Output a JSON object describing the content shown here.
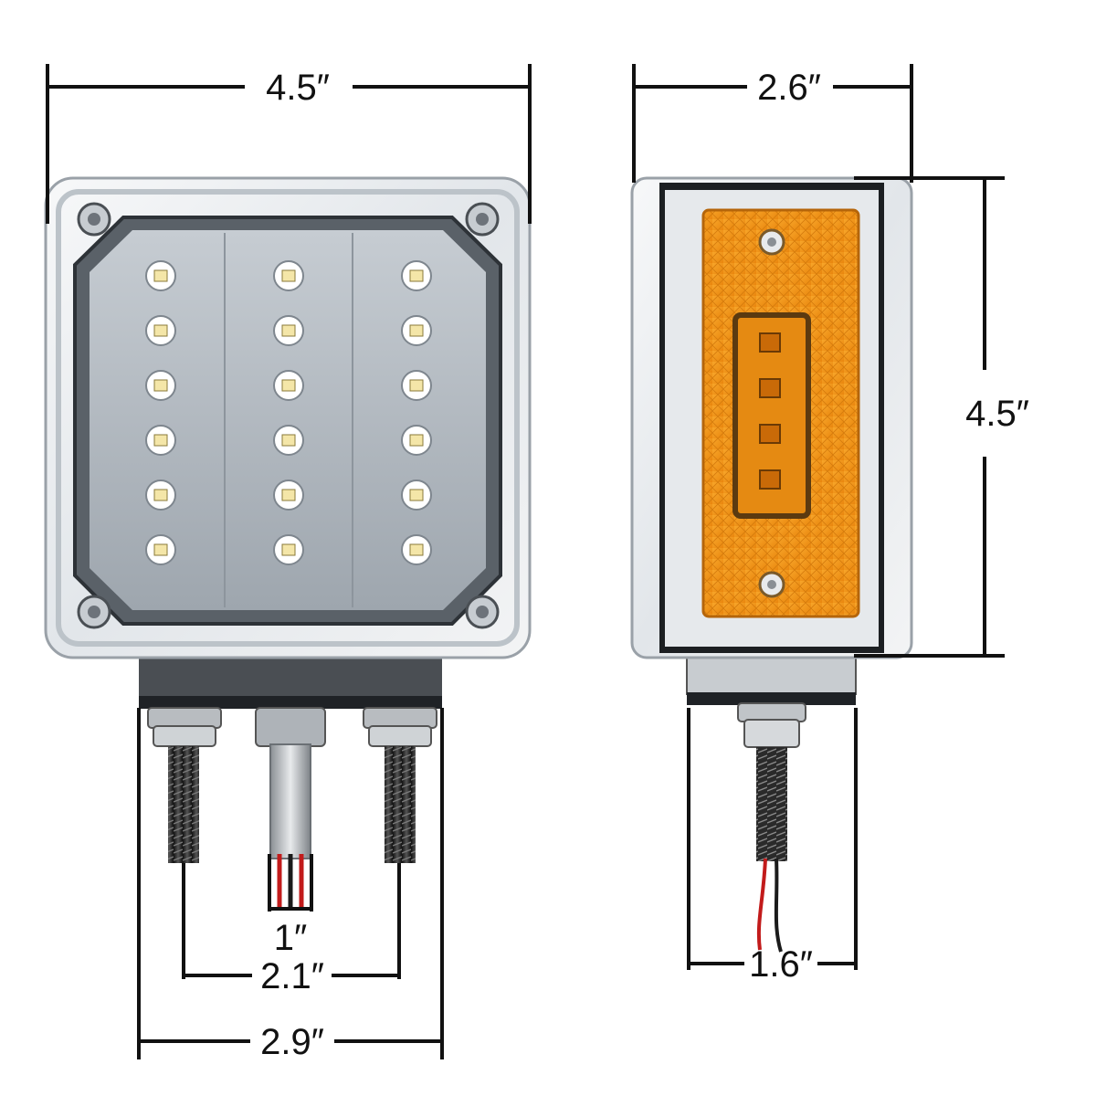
{
  "dimensions": {
    "front_width": "4.5″",
    "side_width": "2.6″",
    "side_height": "4.5″",
    "wire_gap": "1″",
    "stud_spacing": "2.1″",
    "bracket_width": "2.9″",
    "side_stud": "1.6″"
  },
  "front_light": {
    "led_rows": 6,
    "led_cols": 3
  },
  "side_light": {
    "led_count": 4
  },
  "colors": {
    "amber": "#f59a1a",
    "amber_dark": "#c96a08",
    "chrome": "#d9dde0",
    "housing": "#3b3f44",
    "led": "#f4e6a8"
  }
}
